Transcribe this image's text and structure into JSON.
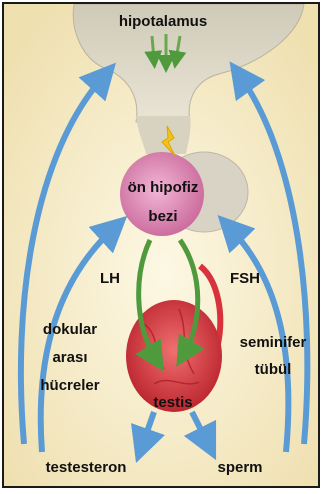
{
  "labels": {
    "hypothalamus": "hipotalamus",
    "anterior_pituitary_line1": "ön hipofiz",
    "anterior_pituitary_line2": "bezi",
    "lh": "LH",
    "fsh": "FSH",
    "interstitial_line1": "dokular",
    "interstitial_line2": "arası",
    "interstitial_line3": "hücreler",
    "seminiferous_line1": "seminifer",
    "seminiferous_line2": "tübül",
    "testis": "testis",
    "testosterone": "testesteron",
    "sperm": "sperm"
  },
  "colors": {
    "background": "#fbf3d6",
    "brain_tissue": "#ddd8c8",
    "pituitary": "#d98ab4",
    "testis": "#d8323c",
    "hormone_arrow": "#6aa84f",
    "feedback_arrow": "#5b9bd5",
    "signal": "#f2c418"
  }
}
